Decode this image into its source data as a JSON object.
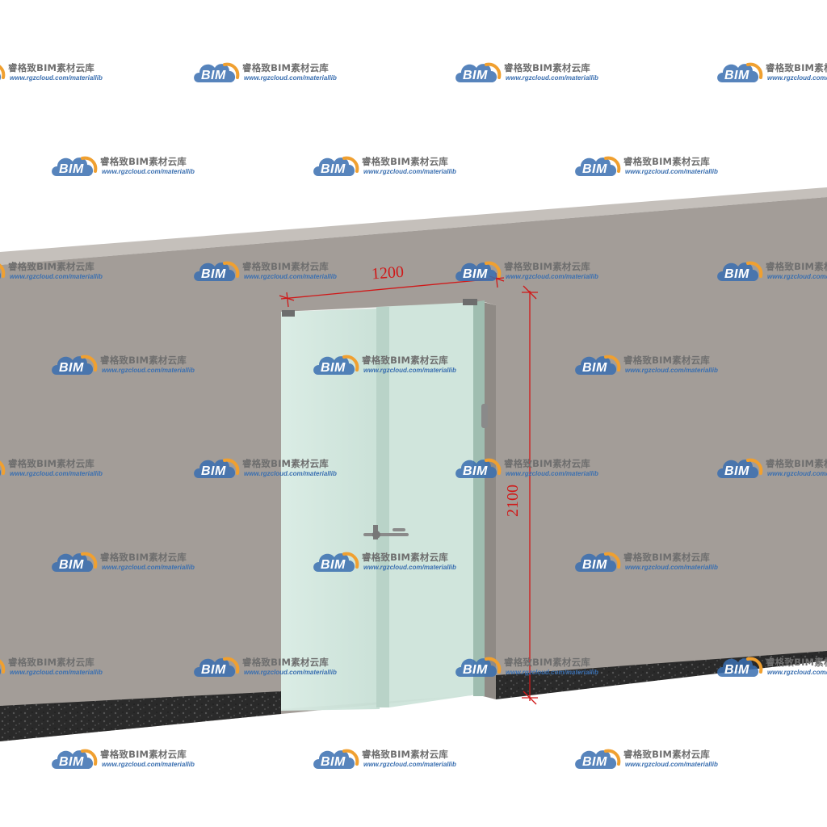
{
  "dimensions": {
    "width_label": "1200",
    "height_label": "2100"
  },
  "watermark": {
    "name": "睿格致BIM素材云库",
    "url": "www.rgzcloud.com/materiallib",
    "logo_text": "BIM"
  },
  "colors": {
    "wall": "#a39d98",
    "wall_top": "#c5c0bb",
    "baseboard": "#2b2b2b",
    "glass": "#cfe6dc",
    "dimension_line": "#d01818",
    "watermark_blue": "#3a6fb0",
    "watermark_orange": "#f0a030"
  }
}
